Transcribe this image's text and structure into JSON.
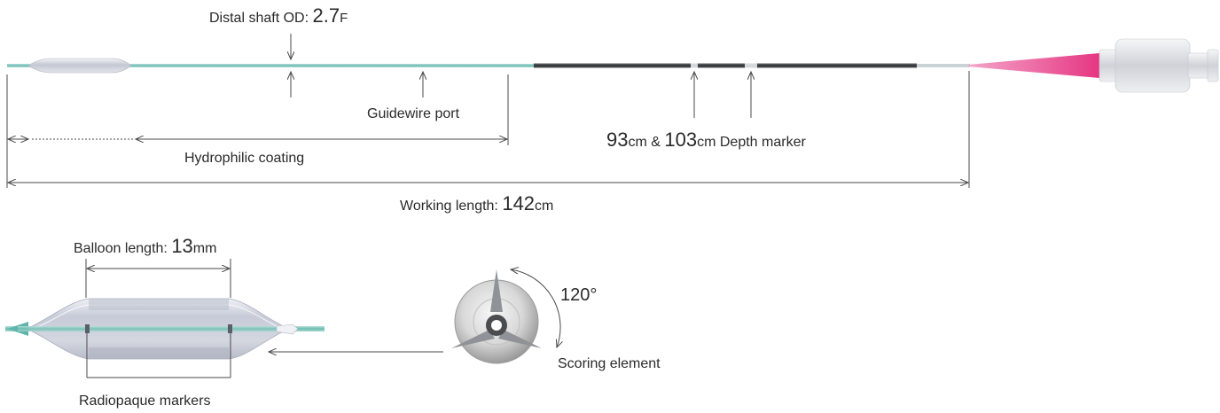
{
  "labels": {
    "distal_shaft": {
      "text": "Distal shaft OD: ",
      "value": "2.7",
      "unit": "F"
    },
    "guidewire_port": "Guidewire port",
    "depth_marker": {
      "value1": "93",
      "unit1": "cm",
      "joiner": " & ",
      "value2": "103",
      "unit2": "cm",
      "text": " Depth marker"
    },
    "hydrophilic_coating": "Hydrophilic coating",
    "working_length": {
      "text": "Working length: ",
      "value": "142",
      "unit": "cm"
    },
    "balloon_length": {
      "text": "Balloon length: ",
      "value": "13",
      "unit": "mm"
    },
    "rotation_angle": "120°",
    "scoring_element": "Scoring element",
    "radiopaque_markers": "Radiopaque markers"
  },
  "colors": {
    "shaft_teal": "#7fc6bd",
    "shaft_dark": "#3c3f40",
    "hub_pink": "#e8408f",
    "balloon_silver": "#c9ccd6",
    "line": "#4a4a4a"
  }
}
